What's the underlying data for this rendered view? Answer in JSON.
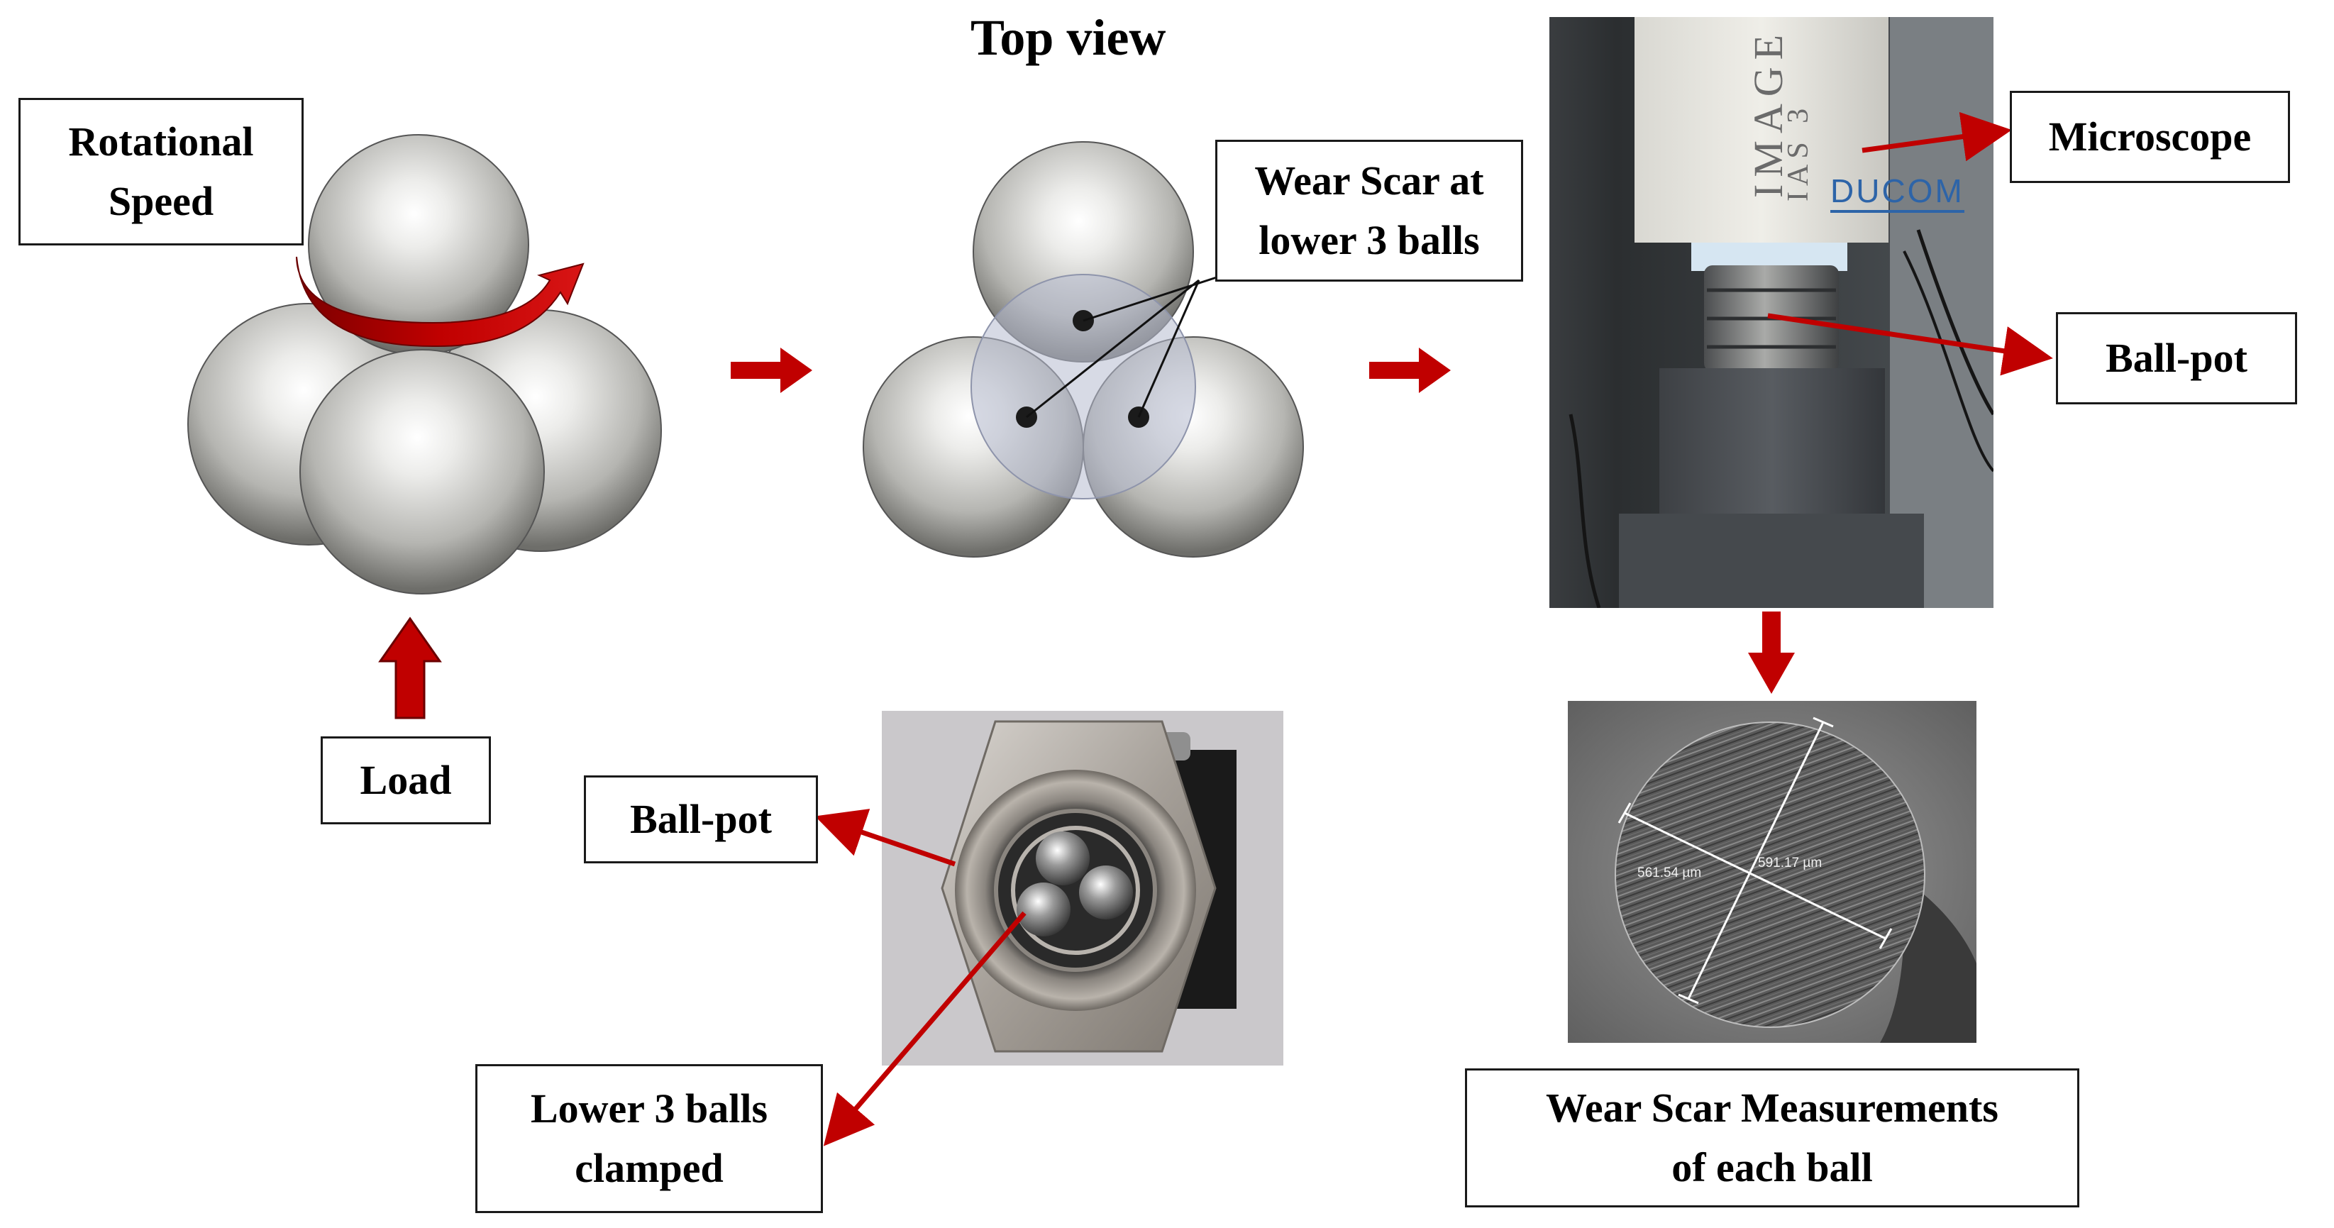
{
  "heading": {
    "top_view": "Top view"
  },
  "labels": {
    "rotational_speed": [
      "Rotational",
      "Speed"
    ],
    "load": "Load",
    "wear_scar_lower": [
      "Wear Scar at",
      "lower 3 balls"
    ],
    "microscope": "Microscope",
    "ball_pot_right": "Ball-pot",
    "ball_pot_left": "Ball-pot",
    "lower_balls_clamped": [
      "Lower 3 balls",
      "clamped"
    ],
    "wear_scar_measurements": [
      "Wear Scar Measurements",
      "of each ball"
    ]
  },
  "microscope_photo": {
    "brand_line1": "IMAGE ACQ",
    "brand_line2": "IAS 3",
    "logo": "DUCOM"
  },
  "scar_measurement": {
    "horizontal": "561.54 µm",
    "vertical": "591.17 µm"
  },
  "colors": {
    "arrow_red": "#c00000",
    "box_border": "#1a1a1a",
    "ball_light": "#f4f4f2",
    "ball_dark": "#6e6e6a"
  }
}
